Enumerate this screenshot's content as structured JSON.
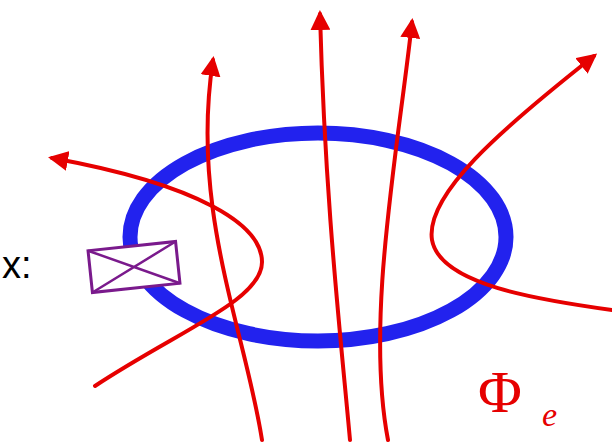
{
  "diagram": {
    "labels": [
      "x:",
      "Φ",
      "e"
    ]
  }
}
